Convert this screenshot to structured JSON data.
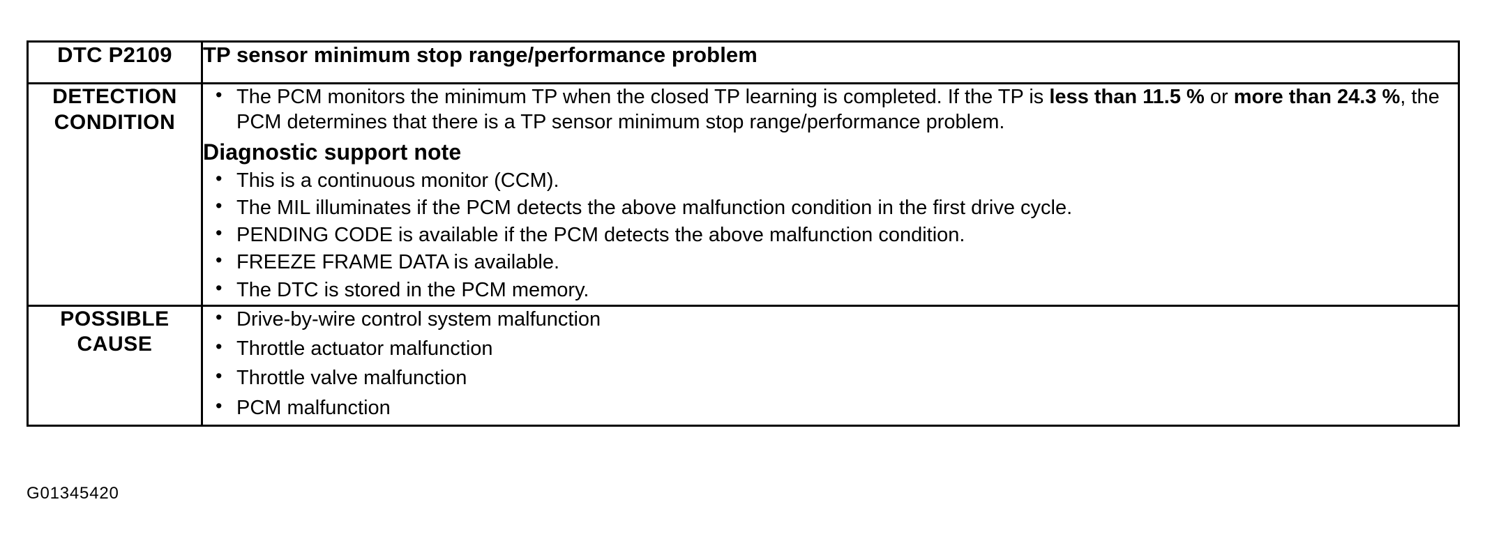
{
  "document": {
    "figure_code": "G01345420"
  },
  "table": {
    "header": {
      "dtc_code": "DTC P2109",
      "dtc_title": "TP sensor minimum stop range/performance problem"
    },
    "rows": [
      {
        "label": "DETECTION CONDITION",
        "detection": {
          "main_bullet": {
            "part1": "The PCM monitors the minimum TP when the closed TP learning is completed. If the TP is ",
            "bold1": "less than 11.5 %",
            "part2": " or ",
            "bold2": "more than 24.3 %",
            "part3": ", the PCM determines that there is a TP sensor minimum stop range/performance problem."
          },
          "support_note_heading": "Diagnostic support note",
          "support_bullets": [
            "This is a continuous monitor (CCM).",
            "The MIL illuminates if the PCM detects the above malfunction condition in the first drive cycle.",
            "PENDING CODE is available if the PCM detects the above malfunction condition.",
            "FREEZE FRAME DATA is available.",
            "The DTC is stored in the PCM memory."
          ]
        }
      },
      {
        "label": "POSSIBLE CAUSE",
        "cause_bullets": [
          "Drive-by-wire control system malfunction",
          "Throttle actuator malfunction",
          "Throttle valve malfunction",
          "PCM malfunction"
        ]
      }
    ]
  }
}
